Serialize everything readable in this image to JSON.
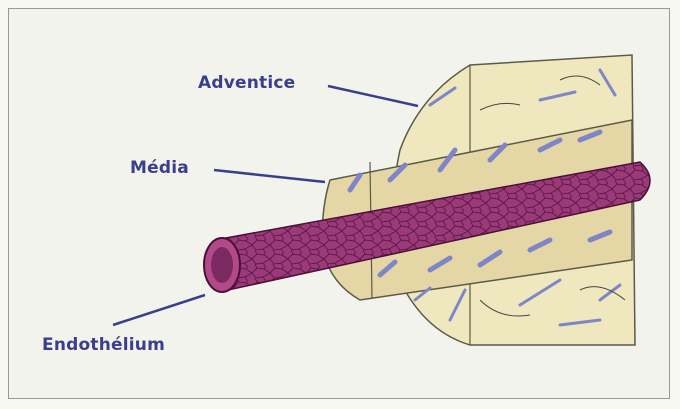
{
  "labels": {
    "adventice": "Adventice",
    "media": "Média",
    "endothelium": "Endothélium"
  },
  "colors": {
    "label": "#3a3f8c",
    "adventitia_fill": "#efe8be",
    "media_fill": "#e5d6a6",
    "tube_fill": "#9b3a78",
    "fibers": "#7f86c8",
    "outline": "#5a5a48"
  }
}
